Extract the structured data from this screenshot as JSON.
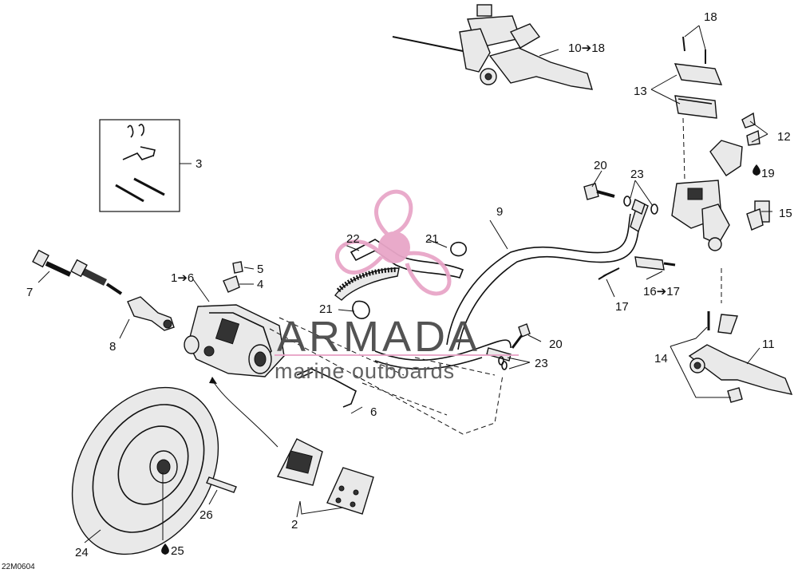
{
  "diagram_code": "22M0604",
  "watermark": {
    "brand": "ARMADA",
    "tagline": "marine outboards",
    "color": "#e8a6c8"
  },
  "callouts": {
    "c1_6": "1➔6",
    "c2": "2",
    "c3": "3",
    "c4": "4",
    "c5": "5",
    "c6": "6",
    "c7": "7",
    "c8": "8",
    "c9": "9",
    "c10_18": "10➔18",
    "c11": "11",
    "c12": "12",
    "c13": "13",
    "c14": "14",
    "c15": "15",
    "c16_17": "16➔17",
    "c17": "17",
    "c18": "18",
    "c19": "19",
    "c20_top": "20",
    "c20_mid": "20",
    "c21_top": "21",
    "c21_mid": "21",
    "c22": "22",
    "c23_top": "23",
    "c23_mid": "23",
    "c24": "24",
    "c25": "25",
    "c26": "26"
  },
  "icons": {
    "fluid_drop": "fluid-drop-icon"
  }
}
